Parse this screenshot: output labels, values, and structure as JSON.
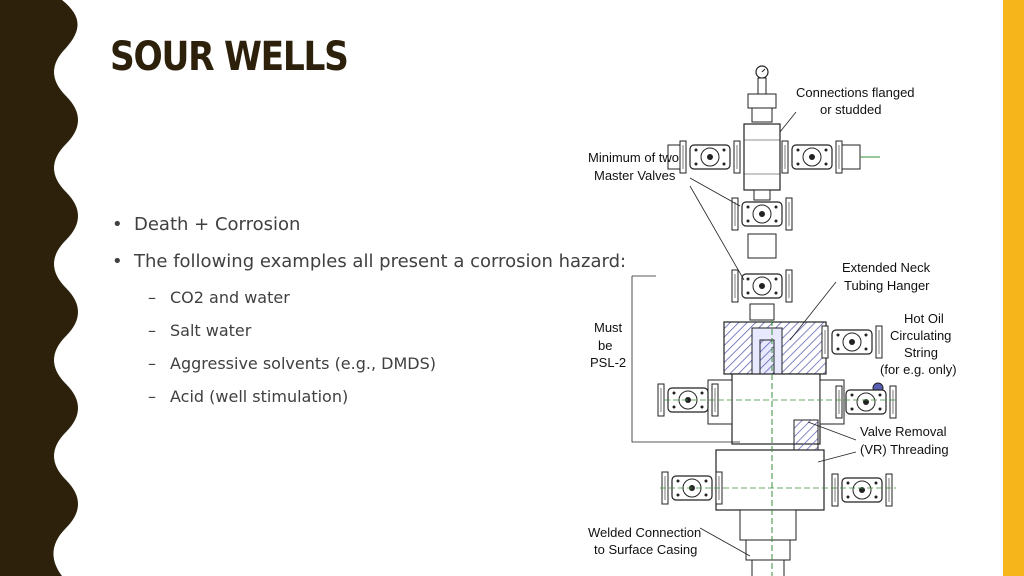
{
  "slide": {
    "title": "SOUR WELLS",
    "bullets": [
      {
        "text": "Death + Corrosion",
        "level": 1
      },
      {
        "text": "The following examples all present a corrosion hazard:",
        "level": 1
      },
      {
        "text": "CO2 and water",
        "level": 2
      },
      {
        "text": "Salt water",
        "level": 2
      },
      {
        "text": "Aggressive solvents (e.g., DMDS)",
        "level": 2
      },
      {
        "text": "Acid (well stimulation)",
        "level": 2
      }
    ],
    "bullet_marks": {
      "level1": "•",
      "level2": "–"
    }
  },
  "diagram": {
    "labels": {
      "connections_1": "Connections flanged",
      "connections_2": "or studded",
      "master_1": "Minimum of two",
      "master_2": "Master Valves",
      "must_1": "Must",
      "must_2": "be",
      "must_3": "PSL-2",
      "neck_1": "Extended Neck",
      "neck_2": "Tubing Hanger",
      "hotoil_1": "Hot Oil",
      "hotoil_2": "Circulating",
      "hotoil_3": "String",
      "hotoil_4": "(for e.g. only)",
      "vr_1": "Valve Removal",
      "vr_2": "(VR) Threading",
      "welded_1": "Welded Connection",
      "welded_2": "to Surface Casing"
    }
  },
  "colors": {
    "left_border": "#2d210c",
    "right_bar": "#f7b51c",
    "title": "#2d210c",
    "body_text": "#404040",
    "hatch": "#5a5fb4"
  }
}
